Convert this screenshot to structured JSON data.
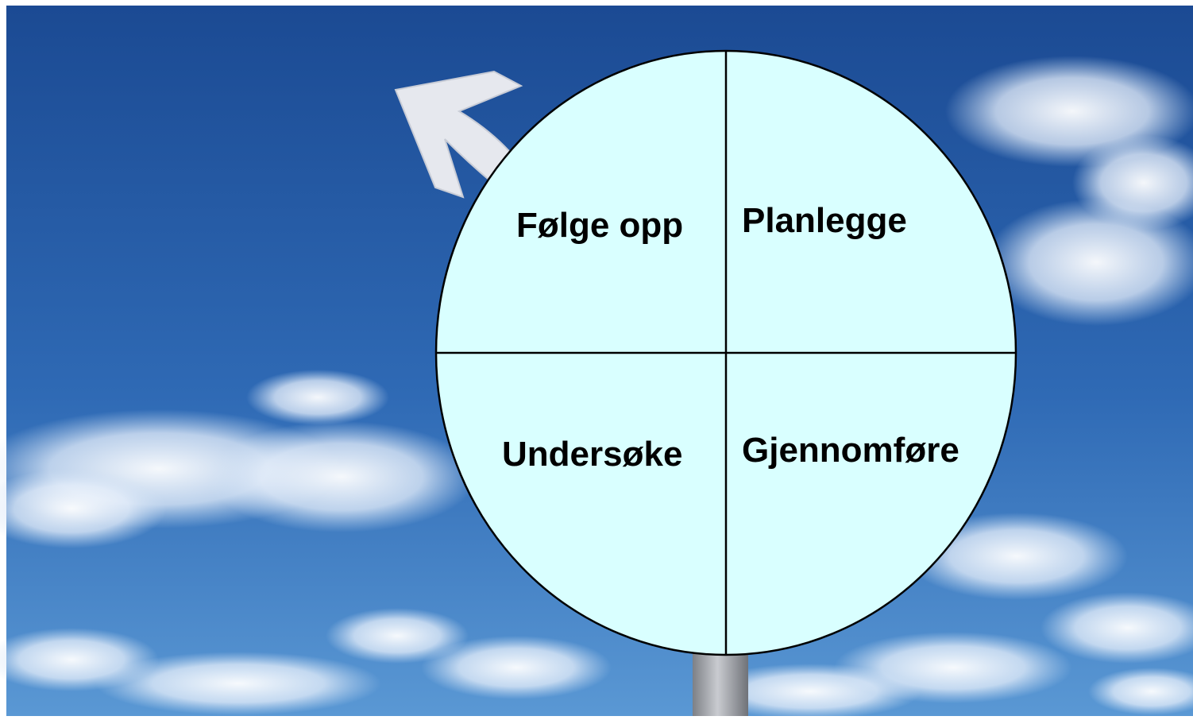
{
  "diagram": {
    "type": "cycle-quadrants",
    "quadrants": {
      "top_left": "Følge opp",
      "top_right": "Planlegge",
      "bottom_left": "Undersøke",
      "bottom_right": "Gjennomføre"
    }
  },
  "colors": {
    "circle_fill": "#d9ffff",
    "sky_top": "#1f4f96",
    "sky_bottom": "#4f8fcf",
    "arrow": "#e6e8ee",
    "outline": "#000000"
  },
  "icons": {
    "arrow": "curved-arrow-up-left-icon",
    "pole": "sign-pole"
  }
}
